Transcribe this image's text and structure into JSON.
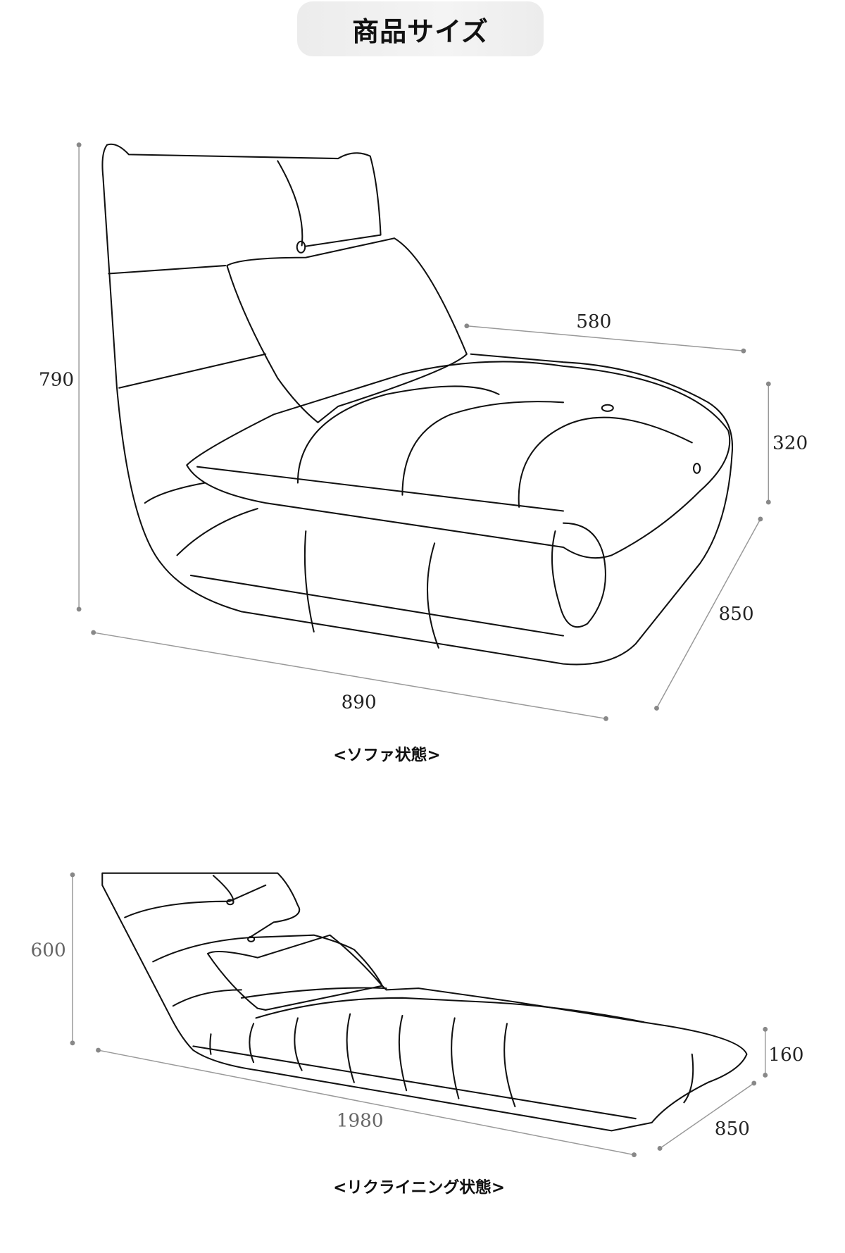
{
  "title": "商品サイズ",
  "sofa_state": {
    "caption": "<ソファ状態>",
    "dimensions": {
      "height": "790",
      "seat_depth": "580",
      "seat_height": "320",
      "width": "850",
      "length": "890"
    }
  },
  "reclining_state": {
    "caption": "<リクライニング状態>",
    "dimensions": {
      "height": "600",
      "thickness": "160",
      "width": "850",
      "length": "1980"
    }
  }
}
